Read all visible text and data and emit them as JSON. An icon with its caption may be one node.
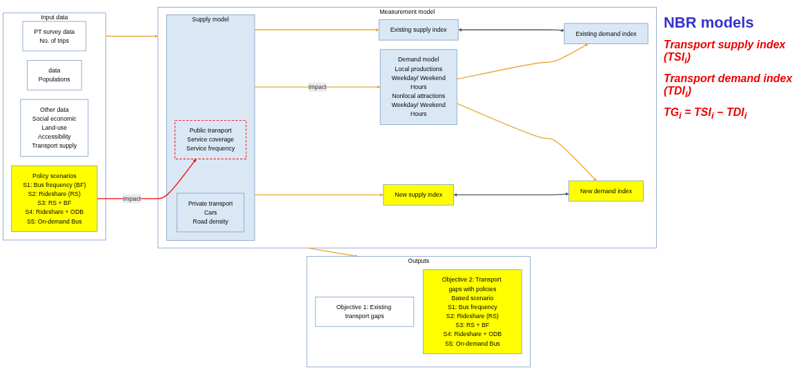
{
  "diagram": {
    "nodes": [
      {
        "text": [
          "Input data"
        ]
      },
      {
        "text": [
          "PT survey data",
          "No. of trips"
        ],
        "in": 0
      },
      {
        "text": [
          "data",
          "Populations"
        ],
        "in": 0
      },
      {
        "text": [
          "Other data",
          "Social economic",
          "Land-use",
          "Accessibility",
          "Transport supply"
        ],
        "in": 0
      },
      {
        "text": [
          "Policy scenarios",
          "S1: Bus frequency (BF)",
          "S2: Rideshare (RS)",
          "S3: RS + BF",
          "S4: Rideshare + ODB",
          "S5: On-demand Bus"
        ],
        "in": 0
      },
      {
        "text": [
          "Measurement model"
        ]
      },
      {
        "text": [
          "Existing supply index"
        ],
        "in": 5
      },
      {
        "text": [
          "Existing demand index"
        ],
        "in": 5
      },
      {
        "text": [
          "Supply model"
        ],
        "in": 5
      },
      {
        "text": [
          "Public transport",
          "Service coverage",
          "Service frequency"
        ],
        "in": 8
      },
      {
        "text": [
          "Private transport",
          "Cars",
          "Road density"
        ],
        "in": 8
      },
      {
        "text": [
          "Demand model",
          "Local productions",
          "Weekday/ Weekend",
          "Hours",
          "Nonlocal attractions",
          "Weekday/ Weekend",
          "Hours"
        ],
        "in": 5
      },
      {
        "text": [
          "New supply index"
        ],
        "in": 5
      },
      {
        "text": [
          "New demand index"
        ],
        "in": 5
      },
      {
        "text": [
          "Outputs"
        ]
      },
      {
        "text": [
          "Objective 1: Existing transport gaps"
        ],
        "in": 14
      },
      {
        "text": [
          "Objective 2: Transport gaps with policies",
          "Based scenario",
          "S1: Bus frequency",
          "S2: Rideshare (RS)",
          "S3: RS + BF",
          "S4: Rideshare + ODB",
          "S5: On-demand Bus"
        ],
        "in": 14
      }
    ],
    "edges": [
      {
        "from": 0,
        "to": 5,
        "arrow": "to"
      },
      {
        "from": 4,
        "to": 9,
        "arrow": "to",
        "label": "Impact",
        "color": "#ff0000"
      },
      {
        "from": 8,
        "to": 6,
        "arrow": "to"
      },
      {
        "from": 11,
        "to": 7,
        "arrow": "to"
      },
      {
        "from": 6,
        "to": 7,
        "arrow": "both",
        "color": "#555555"
      },
      {
        "from": 8,
        "to": 11,
        "arrow": "to",
        "label": "Impact"
      },
      {
        "from": 8,
        "to": 12,
        "arrow": "to"
      },
      {
        "from": 11,
        "to": 13,
        "arrow": "to"
      },
      {
        "from": 12,
        "to": 13,
        "arrow": "both",
        "color": "#555555"
      },
      {
        "from": 5,
        "to": 14,
        "arrow": "to"
      }
    ],
    "labels": [
      "NBR models",
      "Transport supply index (TSI$_{i}$)",
      "Transport demand index (TDI$_{i}$)",
      "TG$_{i}$ = TSI$_{i}$ − TDI$_{i}$"
    ]
  }
}
